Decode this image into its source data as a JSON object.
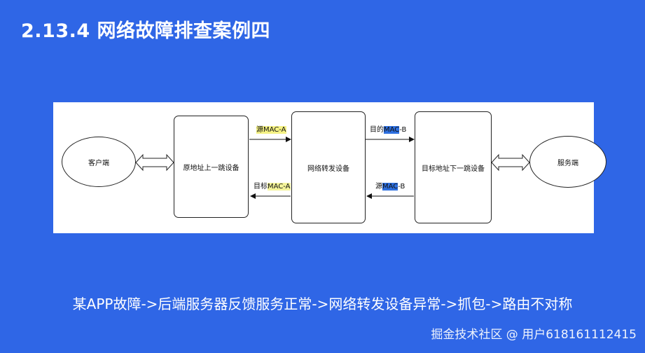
{
  "slide": {
    "title": "2.13.4 网络故障排查案例四",
    "caption": "某APP故障->后端服务器反馈服务正常->网络转发设备异常->抓包->路由不对称",
    "watermark": "掘金技术社区 @ 用户618161112415"
  },
  "diagram": {
    "nodes": {
      "client": "客户端",
      "source_next_hop": "原地址上一跳设备",
      "forwarding_device": "网络转发设备",
      "dest_next_hop": "目标地址下一跳设备",
      "server": "服务端"
    },
    "edges": {
      "top_left": {
        "prefix": "源",
        "highlight": "MAC-A",
        "suffix": ""
      },
      "top_right": {
        "prefix": "目的",
        "highlight": "MAC",
        "suffix": "-B"
      },
      "bottom_right": {
        "prefix": "源",
        "highlight": "MAC",
        "suffix": "-B"
      },
      "bottom_left": {
        "prefix": "目标",
        "highlight": "MAC-A",
        "suffix": ""
      }
    },
    "colors": {
      "yellow_highlight": "#f5f285",
      "blue_highlight": "#2d6fe0"
    }
  }
}
